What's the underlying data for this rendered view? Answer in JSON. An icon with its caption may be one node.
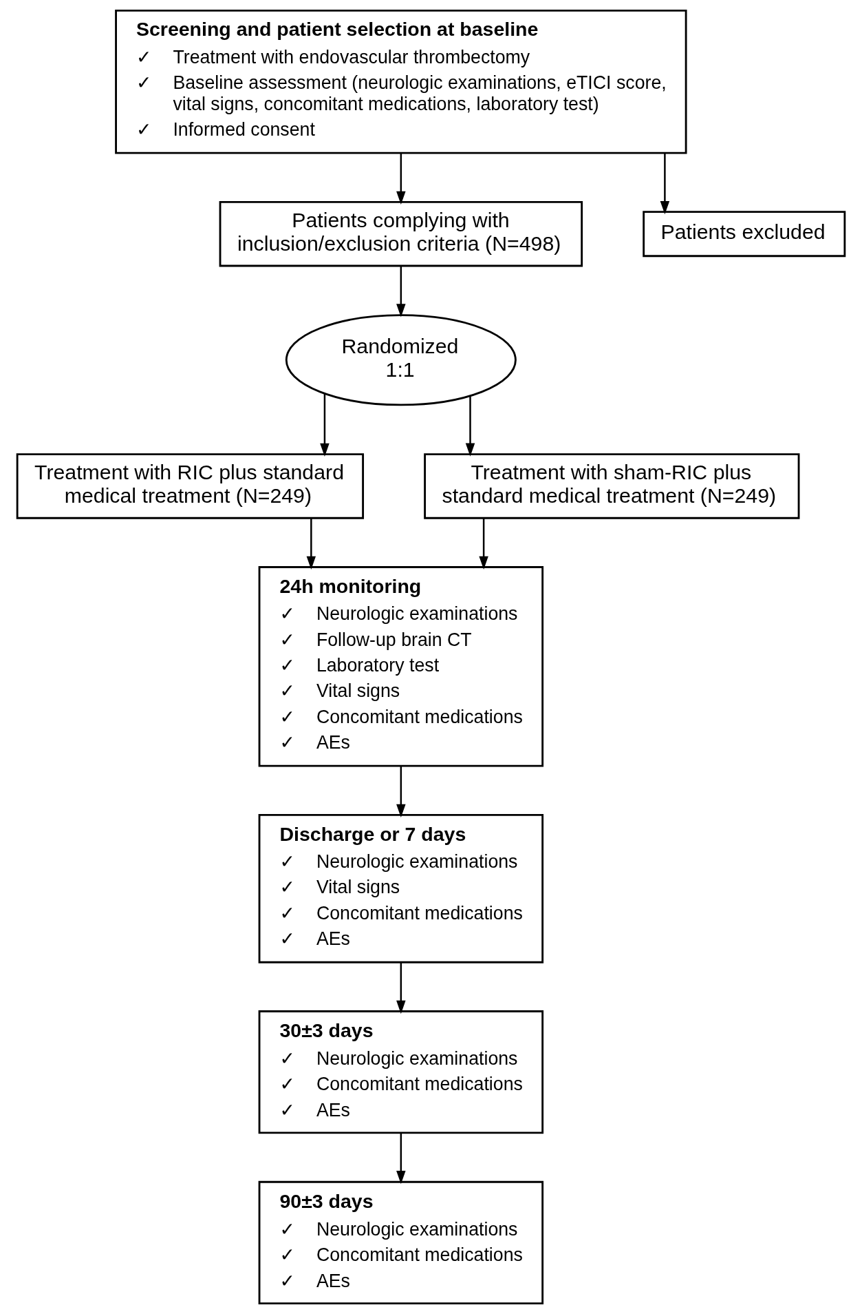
{
  "diagram": {
    "nodes": [
      {
        "text": [
          "Screening and patient selection at baseline",
          "✓ Treatment with endovascular thrombectomy",
          "✓ Baseline assessment (neurologic examinations, eTICI score, vital signs, concomitant medications, laboratory test)",
          "✓ Informed consent"
        ]
      },
      {
        "text": [
          "Patients excluded"
        ]
      },
      {
        "text": [
          "Patients complying with inclusion/exclusion criteria (N=498)"
        ]
      },
      {
        "text": [
          "Randomized 1:1"
        ]
      },
      {
        "text": [
          "Treatment with RIC plus standard medical treatment (N=249)"
        ]
      },
      {
        "text": [
          "Treatment with sham-RIC plus standard medical treatment (N=249)"
        ]
      },
      {
        "text": [
          "24h monitoring",
          "✓ Neurologic examinations",
          "✓ Follow-up brain CT",
          "✓ Laboratory test",
          "✓ Vital signs",
          "✓ Concomitant medications",
          "✓ AEs"
        ]
      },
      {
        "text": [
          "Discharge or 7 days",
          "✓ Neurologic examinations",
          "✓ Vital signs",
          "✓ Concomitant medications",
          "✓ AEs"
        ]
      },
      {
        "text": [
          "30±3 days",
          "✓ Neurologic examinations",
          "✓ Concomitant medications",
          "✓ AEs"
        ]
      },
      {
        "text": [
          "90±3 days",
          "✓ Neurologic examinations",
          "✓ Concomitant medications",
          "✓ AEs"
        ]
      }
    ],
    "edges": [
      {
        "from": 0,
        "to": 2,
        "arrow": "to"
      },
      {
        "from": 0,
        "to": 1,
        "arrow": "to"
      },
      {
        "from": 2,
        "to": 3,
        "arrow": "to"
      },
      {
        "from": 3,
        "to": 4,
        "arrow": "to"
      },
      {
        "from": 3,
        "to": 5,
        "arrow": "to"
      },
      {
        "from": 4,
        "to": 6,
        "arrow": "to"
      },
      {
        "from": 5,
        "to": 6,
        "arrow": "to"
      },
      {
        "from": 6,
        "to": 7,
        "arrow": "to"
      },
      {
        "from": 7,
        "to": 8,
        "arrow": "to"
      },
      {
        "from": 8,
        "to": 9,
        "arrow": "to"
      }
    ]
  }
}
